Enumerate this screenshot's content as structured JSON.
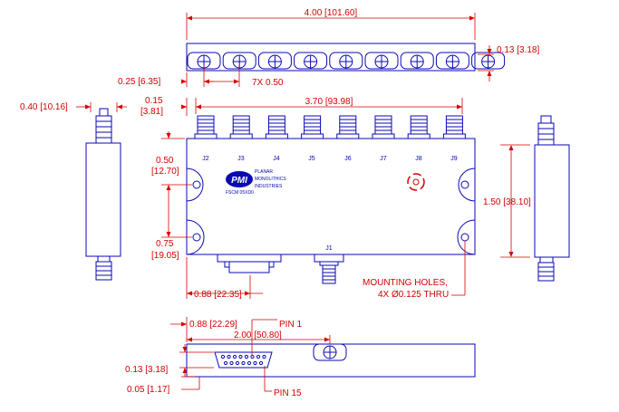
{
  "dimensions": {
    "overall_length": "4.00 [101.60]",
    "top_view_height": "0.13 [3.18]",
    "left_offset": "0.25 [6.35]",
    "connector_pitch": "7X 0.50",
    "connector_height": "0.40 [10.16]",
    "first_offset": "0.15",
    "first_offset_mm": "[3.81]",
    "mounting_span": "3.70 [93.98]",
    "hole_top_1": "0.50",
    "hole_top_1_mm": "[12.70]",
    "body_height": "1.50 [38.10]",
    "hole_bottom_1": "0.75",
    "hole_bottom_1_mm": "[19.05]",
    "dsub_offset": "0.88 [22.35]",
    "side_dsub_offset": "0.88 [22.29]",
    "side_length": "2.00 [50.80]",
    "side_height": "0.13 [3.18]",
    "side_bottom": "0.05 [1.17]"
  },
  "pins": {
    "j2": "J2",
    "j3": "J3",
    "j4": "J4",
    "j5": "J5",
    "j6": "J6",
    "j7": "J7",
    "j8": "J8",
    "j9": "J9",
    "j1": "J1"
  },
  "logo": {
    "mark": "PMI",
    "line1": "PLANAR",
    "line2": "MONOLITHICS",
    "line3": "INDUSTRIES",
    "code": "FSCM 05XD0"
  },
  "notes": {
    "mounting_line1": "MOUNTING HOLES,",
    "mounting_line2": "4X Ø0.125 THRU",
    "pin1": "PIN 1",
    "pin15": "PIN 15"
  },
  "colors": {
    "outline": "#0a0ab4",
    "dimension": "#d40000"
  }
}
